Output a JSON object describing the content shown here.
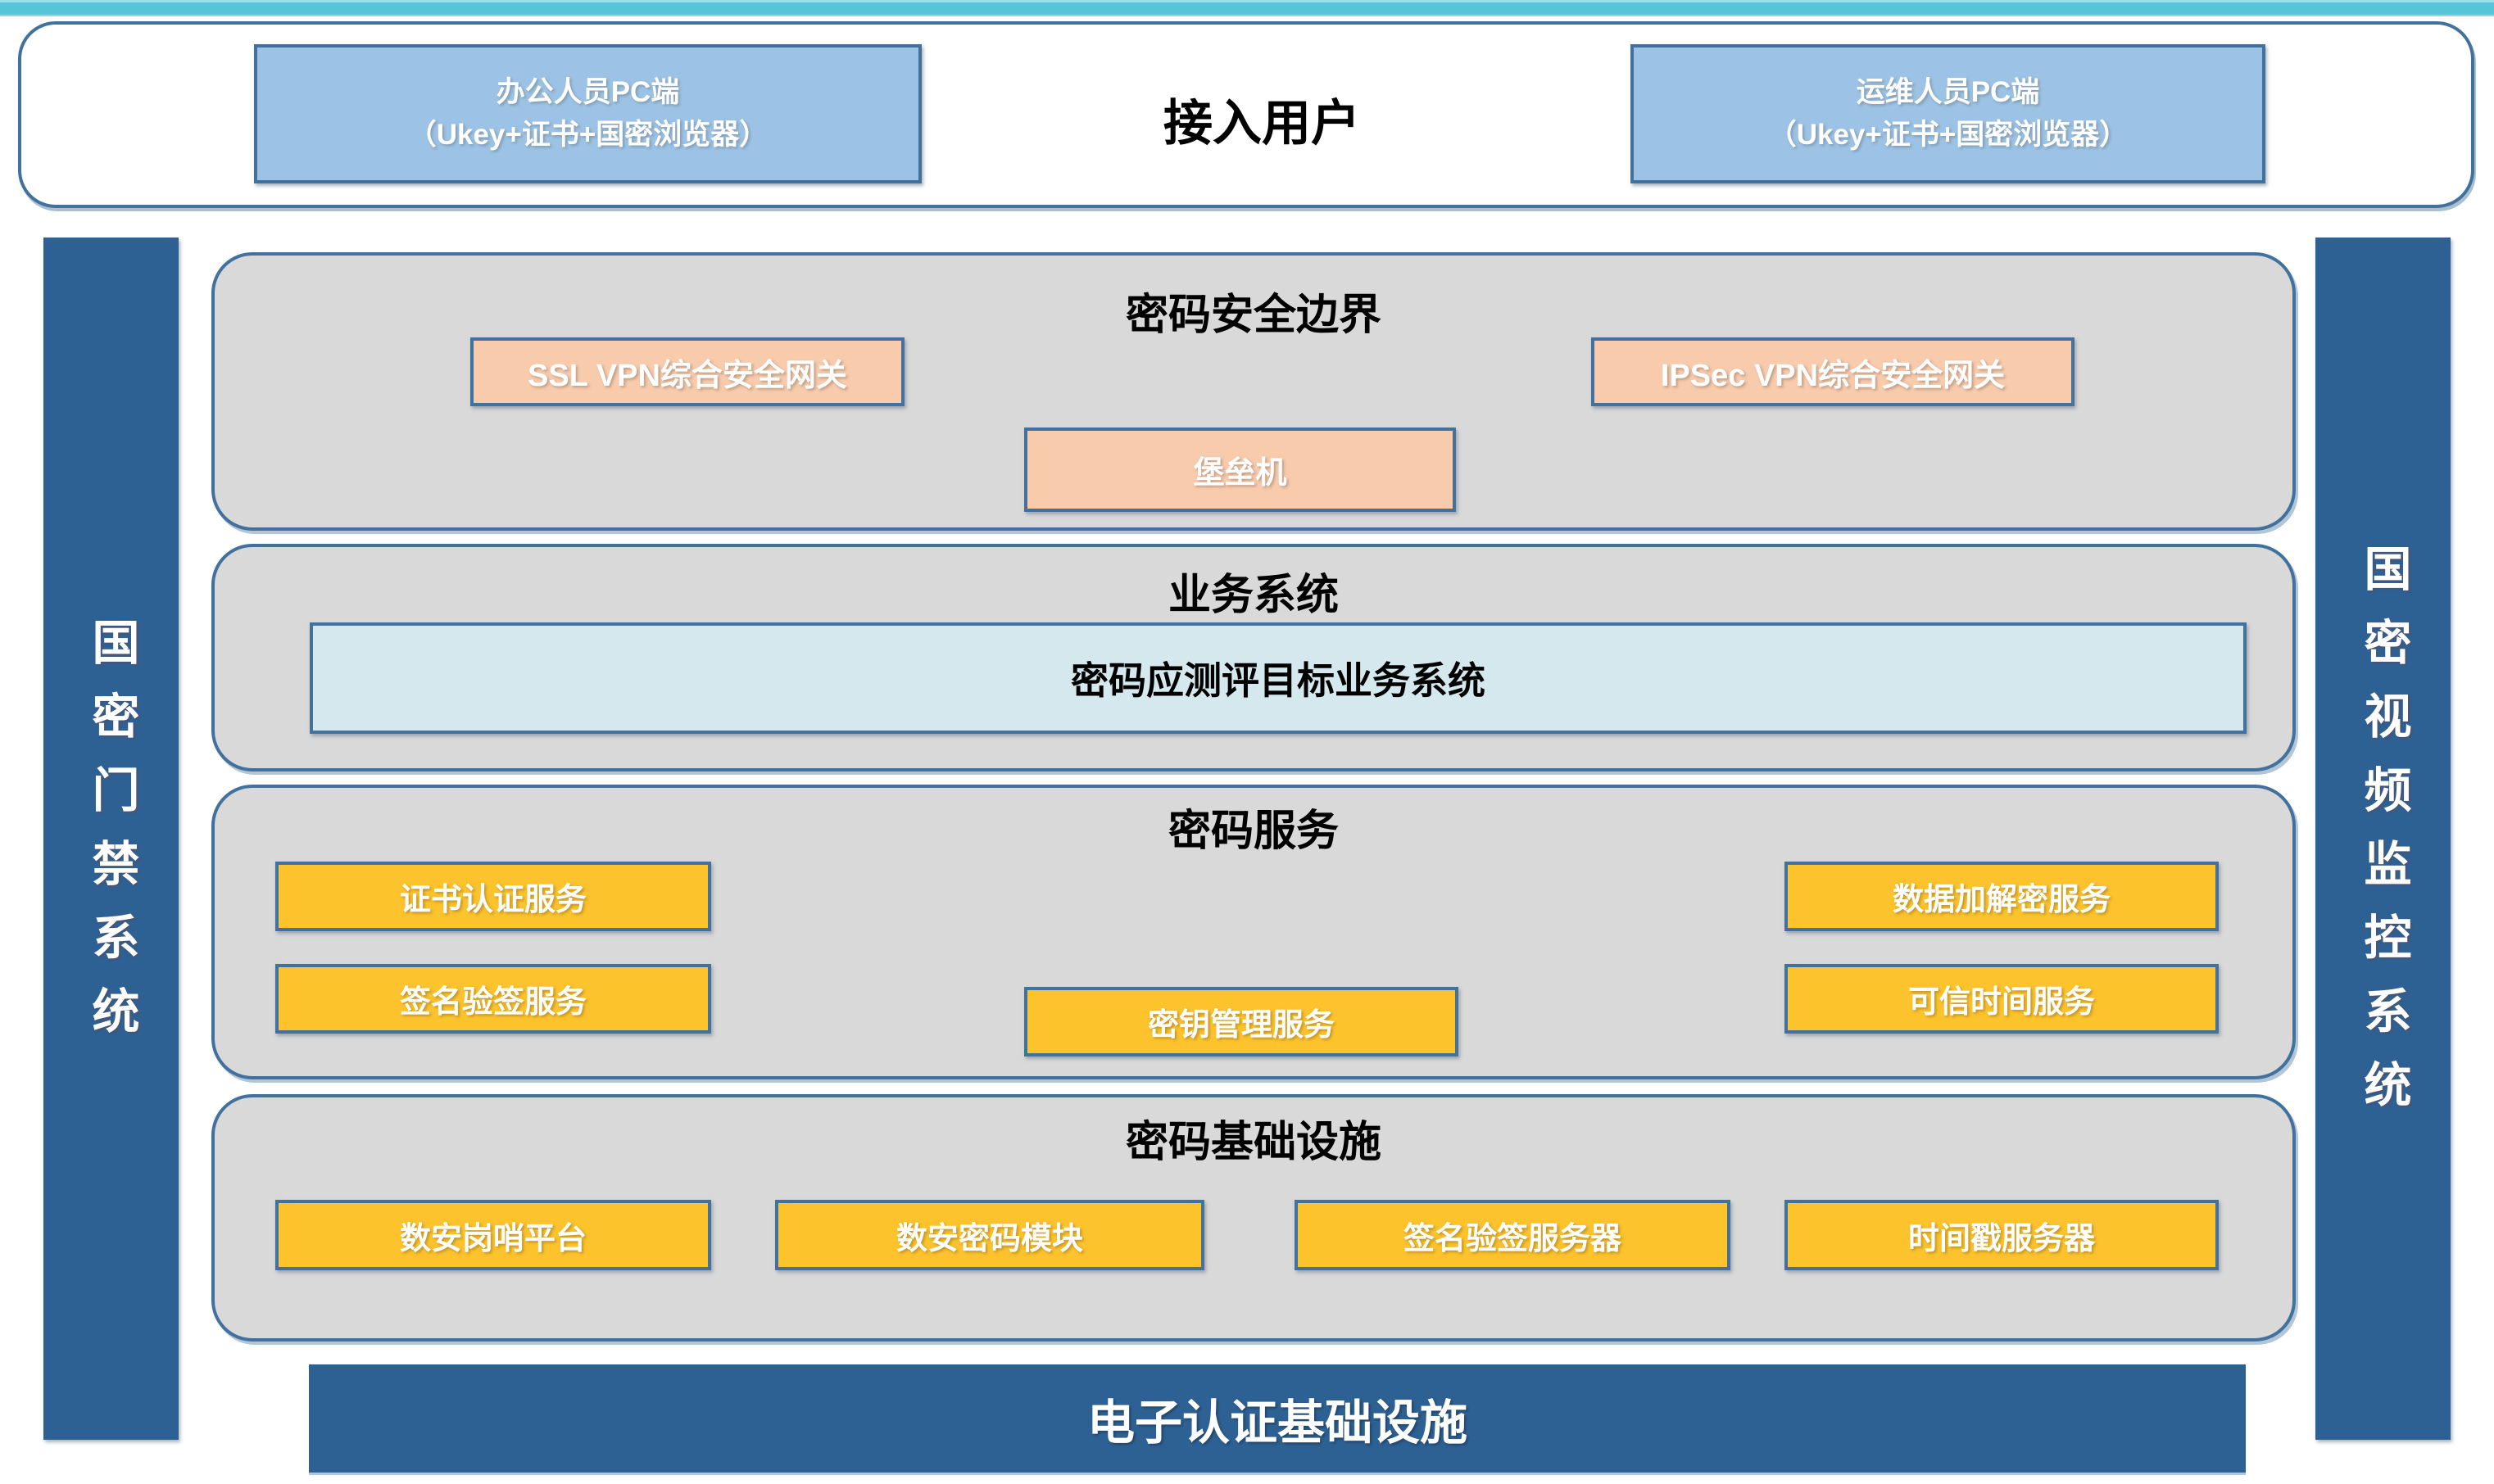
{
  "colors": {
    "accent_cyan": "#54C6D8",
    "dark_blue": "#2E6193",
    "border_blue": "#41719C",
    "light_blue": "#9CC3E5",
    "orange": "#F8CBAD",
    "yellow": "#FDC32D",
    "pale_cyan": "#D5E8EE",
    "section_gray": "#D9D9D9"
  },
  "access_layer": {
    "title": "接入用户",
    "office_pc": {
      "line1": "办公人员PC端",
      "line2": "（Ukey+证书+国密浏览器）"
    },
    "ops_pc": {
      "line1": "运维人员PC端",
      "line2": "（Ukey+证书+国密浏览器）"
    }
  },
  "side_systems": {
    "left": "国密门禁系统",
    "right": "国密视频监控系统"
  },
  "security_boundary": {
    "title": "密码安全边界",
    "ssl_vpn": "SSL VPN综合安全网关",
    "ipsec_vpn": "IPSec VPN综合安全网关",
    "bastion": "堡垒机"
  },
  "business_system": {
    "title": "业务系统",
    "target_system": "密码应测评目标业务系统"
  },
  "crypto_services": {
    "title": "密码服务",
    "cert_auth": "证书认证服务",
    "sign_verify": "签名验签服务",
    "key_management": "密钥管理服务",
    "data_encryption": "数据加解密服务",
    "trusted_time": "可信时间服务"
  },
  "crypto_infrastructure": {
    "title": "密码基础设施",
    "sentry_platform": "数安岗哨平台",
    "crypto_module": "数安密码模块",
    "sign_verify_server": "签名验签服务器",
    "timestamp_server": "时间戳服务器"
  },
  "foundation": {
    "label": "电子认证基础设施"
  }
}
